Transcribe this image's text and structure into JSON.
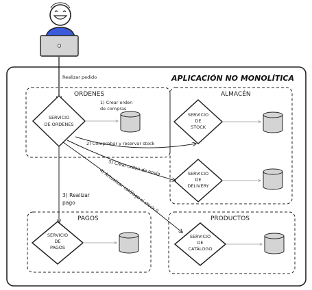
{
  "user_action": "Realizar pedido",
  "app_title": "APLICACIÓN NO MONOLÍTICA",
  "groups": {
    "ordenes": "ORDENES",
    "almacen": "ALMACÉN",
    "pagos": "PAGOS",
    "productos": "PRODUCTOS"
  },
  "services": {
    "ordenes": [
      "SERVICIO",
      "DE ORDENES"
    ],
    "stock": [
      "SERVICIO",
      "DE",
      "STOCK"
    ],
    "delivery": [
      "SERVICIO",
      "DE",
      "DELIVERY"
    ],
    "pagos": [
      "SERVICIO",
      "DE",
      "PAGOS"
    ],
    "catalogo": [
      "SERVICIO",
      "DE",
      "CATÁLOGO"
    ]
  },
  "edges": {
    "e1": [
      "1) Crear orden",
      "de compras"
    ],
    "e2": "2) Comprobar y reservar stock",
    "e3": [
      "3) Realizar",
      "pago"
    ],
    "e4": "4) Actualizar catálogo si stock 0",
    "e5": "5) Crear orden de envío"
  },
  "colors": {
    "user_shirt": "#3b5bdb",
    "user_face": "#ffffff",
    "laptop": "#d4d4d4",
    "database": "#d4d4d4",
    "line": "#222222"
  }
}
